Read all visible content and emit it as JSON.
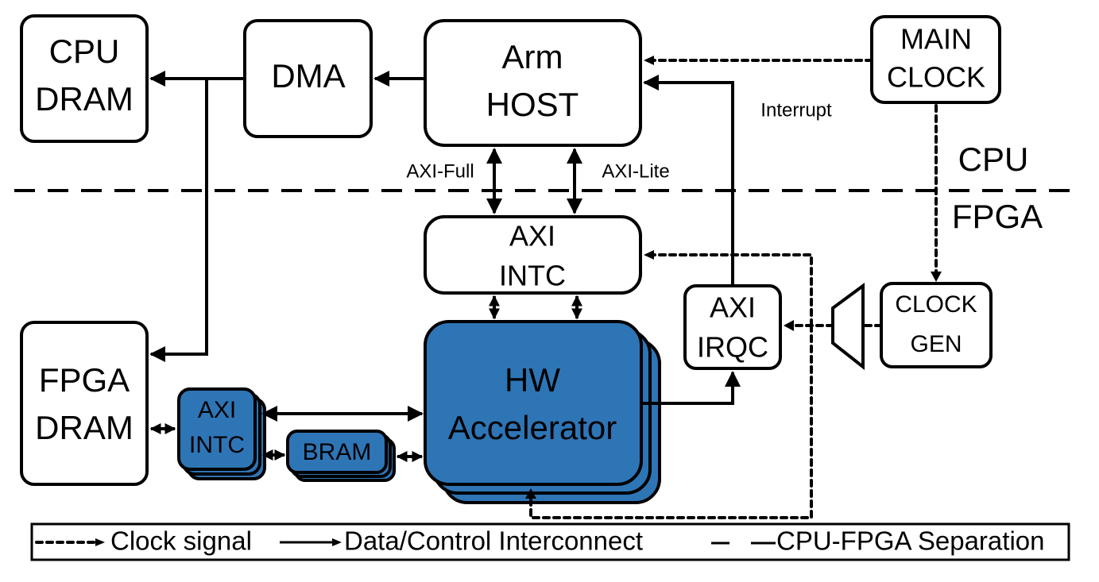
{
  "diagram": {
    "colors": {
      "accent_fill": "#2e75b6",
      "stroke": "#000000",
      "background": "#ffffff"
    },
    "regions": {
      "cpu_label": "CPU",
      "fpga_label": "FPGA"
    },
    "blocks": {
      "cpu_dram": {
        "line1": "CPU",
        "line2": "DRAM"
      },
      "dma": {
        "line1": "DMA"
      },
      "arm_host": {
        "line1": "Arm",
        "line2": "HOST"
      },
      "main_clock": {
        "line1": "MAIN",
        "line2": "CLOCK"
      },
      "axi_intc_top": {
        "line1": "AXI",
        "line2": "INTC"
      },
      "axi_irqc": {
        "line1": "AXI",
        "line2": "IRQC"
      },
      "clock_gen": {
        "line1": "CLOCK",
        "line2": "GEN"
      },
      "fpga_dram": {
        "line1": "FPGA",
        "line2": "DRAM"
      },
      "axi_intc_bottom": {
        "line1": "AXI",
        "line2": "INTC"
      },
      "bram": {
        "line1": "BRAM"
      },
      "hw_accelerator": {
        "line1": "HW",
        "line2": "Accelerator"
      }
    },
    "edge_labels": {
      "axi_full": "AXI-Full",
      "axi_lite": "AXI-Lite",
      "interrupt": "Interrupt"
    },
    "legend": {
      "clock_signal": "Clock signal",
      "data_control": "Data/Control Interconnect",
      "separation": "CPU-FPGA Separation"
    }
  }
}
